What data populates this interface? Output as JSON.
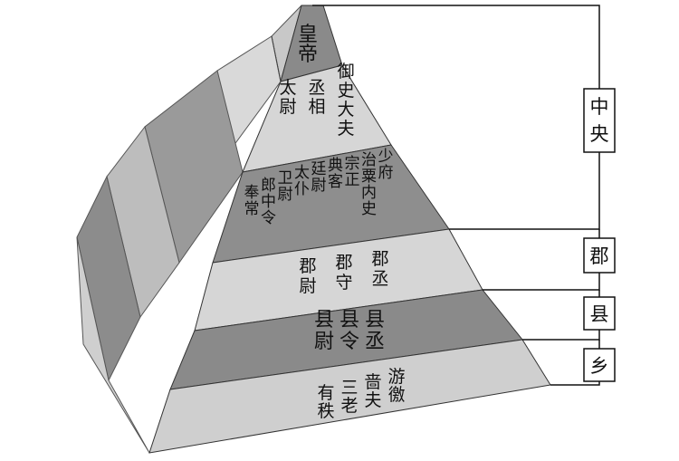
{
  "tiers": [
    {
      "id": "emperor",
      "titles": [
        "皇帝"
      ]
    },
    {
      "id": "three-ministers",
      "titles": [
        "太尉",
        "丞相",
        "御史大夫"
      ]
    },
    {
      "id": "nine-ministers",
      "titles": [
        "奉常",
        "郎中令",
        "卫尉",
        "太仆",
        "廷尉",
        "典客",
        "宗正",
        "治粟内史",
        "少府"
      ]
    },
    {
      "id": "commandery",
      "titles": [
        "郡尉",
        "郡守",
        "郡丞"
      ]
    },
    {
      "id": "county",
      "titles": [
        "县尉",
        "县令",
        "县丞"
      ]
    },
    {
      "id": "township",
      "titles": [
        "有秩",
        "三老",
        "啬夫",
        "游徼"
      ]
    }
  ],
  "levels": {
    "central": "中央",
    "commandery": "郡",
    "county": "县",
    "township": "乡"
  },
  "colors": {
    "front_light": "#d6d6d6",
    "front_mid": "#bdbdbd",
    "front_dark": "#8a8a8a",
    "side_light": "#c8c8c8",
    "side_dark": "#999999",
    "outline": "#333333"
  }
}
